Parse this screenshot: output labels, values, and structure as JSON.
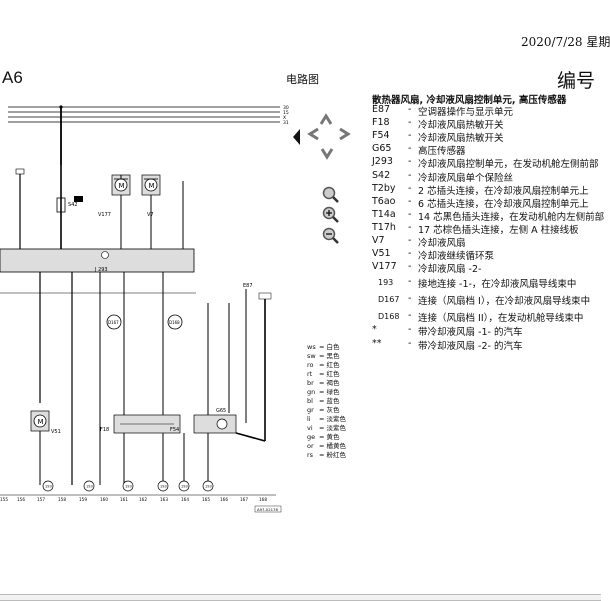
{
  "page": {
    "date": "2020/7/28 星期",
    "model": "A6",
    "diagram_title": "电路图",
    "code_label": "编号"
  },
  "legend": {
    "heading": "散热器风扇, 冷却液风扇控制单元, 高压传感器",
    "items": [
      {
        "code": "E87",
        "dash": "-",
        "text": "空调器操作与显示单元"
      },
      {
        "code": "F18",
        "dash": "-",
        "text": "冷却液风扇热敏开关"
      },
      {
        "code": "F54",
        "dash": "-",
        "text": "冷却液风扇热敏开关"
      },
      {
        "code": "G65",
        "dash": "-",
        "text": "高压传感器"
      },
      {
        "code": "J293",
        "dash": "-",
        "text": "冷却液风扇控制单元，在发动机舱左侧前部"
      },
      {
        "code": "S42",
        "dash": "-",
        "text": "冷却液风扇单个保险丝"
      },
      {
        "code": "T2by",
        "dash": "-",
        "text": "2 芯插头连接，在冷却液风扇控制单元上"
      },
      {
        "code": "T6ao",
        "dash": "-",
        "text": "6 芯插头连接，在冷却液风扇控制单元上"
      },
      {
        "code": "T14a",
        "dash": "-",
        "text": "14 芯黑色插头连接，在发动机舱内左侧前部"
      },
      {
        "code": "T17h",
        "dash": "-",
        "text": "17 芯棕色插头连接，左侧 A 柱接线板"
      },
      {
        "code": "V7",
        "dash": "-",
        "text": "冷却液风扇"
      },
      {
        "code": "V51",
        "dash": "-",
        "text": "冷却液继续循环泵"
      },
      {
        "code": "V177",
        "dash": "-",
        "text": "冷却液风扇 -2-"
      },
      {
        "code": "193",
        "dash": "-",
        "text": "接地连接 -1-，在冷却液风扇导线束中"
      },
      {
        "code": "D167",
        "dash": "-",
        "text": "连接（风扇档 I），在冷却液风扇导线束中"
      },
      {
        "code": "D168",
        "dash": "-",
        "text": "连接（风扇档 II），在发动机舱导线束中"
      },
      {
        "code": "*",
        "dash": "-",
        "text": "带冷却液风扇 -1- 的汽车"
      },
      {
        "code": "**",
        "dash": "-",
        "text": "带冷却液风扇 -2- 的汽车"
      }
    ]
  },
  "wire_colors": [
    {
      "abbr": "ws",
      "name": "= 白色"
    },
    {
      "abbr": "sw",
      "name": "= 黑色"
    },
    {
      "abbr": "ro",
      "name": "= 红色"
    },
    {
      "abbr": "rt",
      "name": "= 红色"
    },
    {
      "abbr": "br",
      "name": "= 褐色"
    },
    {
      "abbr": "gn",
      "name": "= 绿色"
    },
    {
      "abbr": "bl",
      "name": "= 蓝色"
    },
    {
      "abbr": "gr",
      "name": "= 灰色"
    },
    {
      "abbr": "li",
      "name": "= 淡紫色"
    },
    {
      "abbr": "vi",
      "name": "= 淡紫色"
    },
    {
      "abbr": "ge",
      "name": "= 黄色"
    },
    {
      "abbr": "or",
      "name": "= 橘黄色"
    },
    {
      "abbr": "rs",
      "name": "= 粉红色"
    }
  ],
  "schematic": {
    "bus_labels": [
      "30",
      "15",
      "X",
      "31"
    ],
    "control_unit_label": "J 293",
    "components": {
      "s42": "S42",
      "v177": "V177",
      "v7": "V7",
      "v51": "V51",
      "e87": "E87",
      "f18": "F18",
      "f54": "F54",
      "g65": "G65",
      "d167": "D167",
      "d168": "D168"
    },
    "ground_points": [
      "193",
      "193",
      "193",
      "193",
      "193",
      "193"
    ],
    "bottom_numbers": [
      "155",
      "156",
      "157",
      "158",
      "159",
      "160",
      "161",
      "162",
      "163",
      "164",
      "165",
      "166",
      "167",
      "168"
    ],
    "figure_id": "A97-02176"
  },
  "colors": {
    "line": "#000000",
    "component_fill": "#dddddd",
    "browser_bar": "#e8e8e8"
  }
}
